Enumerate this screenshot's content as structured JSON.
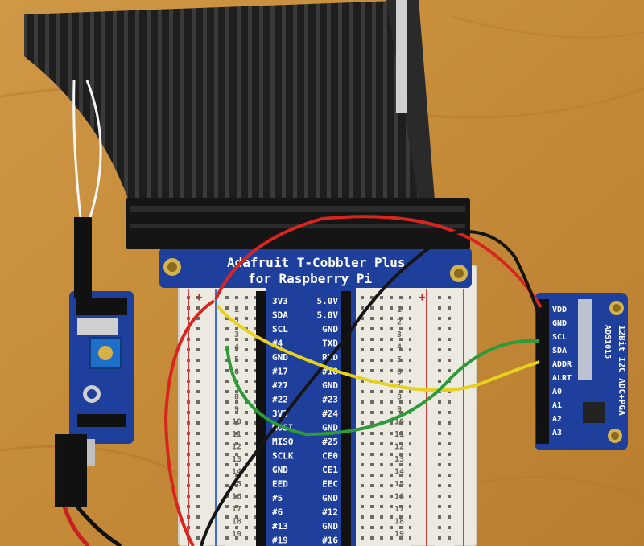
{
  "cobbler": {
    "title_line1": "Adafruit T-Cobbler Plus",
    "title_line2": "for Raspberry Pi",
    "left_pins": [
      "3V3",
      "SDA",
      "SCL",
      "#4",
      "GND",
      "#17",
      "#27",
      "#22",
      "3V3",
      "MOSI",
      "MISO",
      "SCLK",
      "GND",
      "EED",
      "#5",
      "#6",
      "#13",
      "#19"
    ],
    "right_pins": [
      "5.0V",
      "5.0V",
      "GND",
      "TXD",
      "RXD",
      "#18",
      "GND",
      "#23",
      "#24",
      "GND",
      "#25",
      "CE0",
      "CE1",
      "EEC",
      "GND",
      "#12",
      "GND",
      "#16"
    ]
  },
  "adc": {
    "title": "12Bit I2C ADC+PGA",
    "part": "ADS1015",
    "pins": [
      "VDD",
      "GND",
      "SCL",
      "SDA",
      "ADDR",
      "ALRT",
      "A0",
      "A1",
      "A2",
      "A3"
    ]
  },
  "breadboard": {
    "row_numbers": [
      "1",
      "2",
      "3",
      "4",
      "5",
      "6",
      "7",
      "8",
      "9",
      "10",
      "11",
      "12",
      "13",
      "14",
      "15",
      "16",
      "17",
      "18",
      "19"
    ],
    "plus_sign": "+"
  },
  "colors": {
    "table": "#c9913f",
    "pcb_blue": "#1f3f9c",
    "ribbon": "#1d1d1d",
    "breadboard": "#ece9e0",
    "wire_red": "#d8261e",
    "wire_yellow": "#e6d21c",
    "wire_green": "#2e9a3a",
    "wire_black": "#151515"
  }
}
